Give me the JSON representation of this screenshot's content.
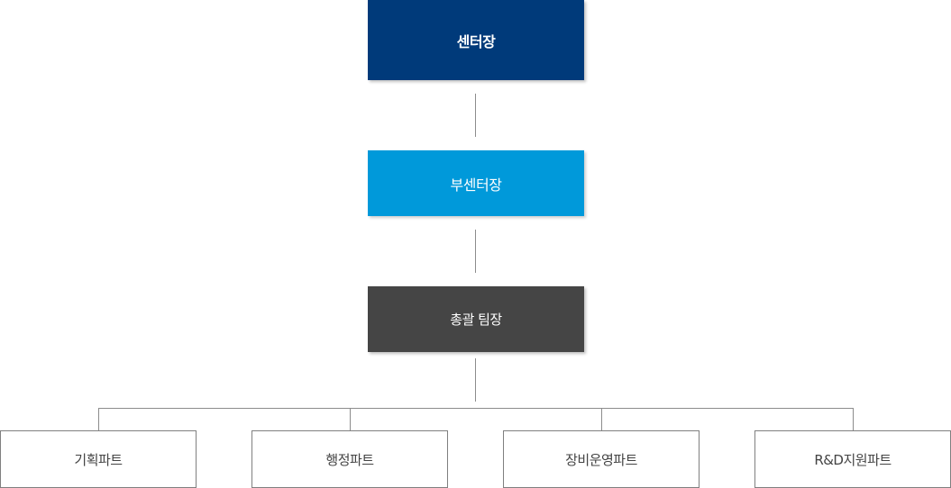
{
  "org_chart": {
    "head": {
      "label": "센터장"
    },
    "vice": {
      "label": "부센터장"
    },
    "chief": {
      "label": "총괄 팀장"
    },
    "parts": [
      {
        "label": "기획파트"
      },
      {
        "label": "행정파트"
      },
      {
        "label": "장비운영파트"
      },
      {
        "label": "R&D지원파트"
      }
    ]
  },
  "colors": {
    "head_bg": "#003a7a",
    "vice_bg": "#0099da",
    "chief_bg": "#454545",
    "part_border": "#7f7f7f",
    "connector": "#8c8c8c"
  }
}
